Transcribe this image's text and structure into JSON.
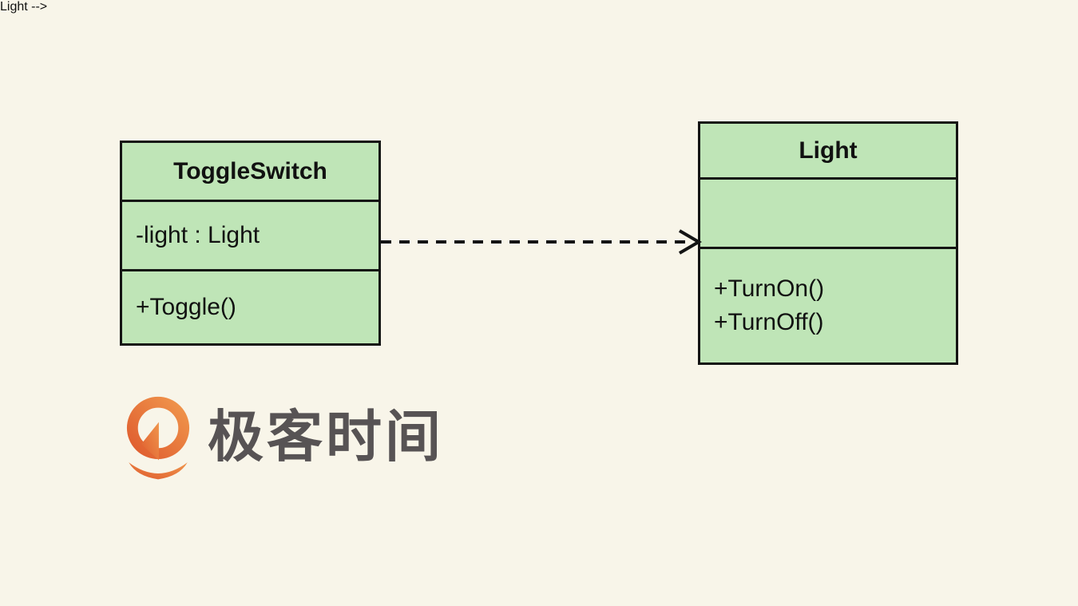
{
  "background_color": "#f8f5e9",
  "diagram": {
    "type": "uml-class-diagram",
    "classes": [
      {
        "name": "ToggleSwitch",
        "attributes": [
          "-light : Light"
        ],
        "methods": [
          "+Toggle()"
        ]
      },
      {
        "name": "Light",
        "attributes": [],
        "methods": [
          "+TurnOn()",
          "+TurnOff()"
        ]
      }
    ],
    "relationship": {
      "type": "dependency",
      "from": "ToggleSwitch",
      "to": "Light",
      "line_style": "dashed",
      "arrowhead": "open"
    },
    "colors": {
      "class_fill": "#bfe5b7",
      "class_border": "#141414",
      "text": "#111111",
      "arrow": "#141414"
    }
  },
  "logo": {
    "text": "极客时间",
    "icon": "geektime-logo-icon",
    "text_color": "#575354",
    "icon_gradient_start": "#df5c2e",
    "icon_gradient_end": "#f0964c"
  }
}
